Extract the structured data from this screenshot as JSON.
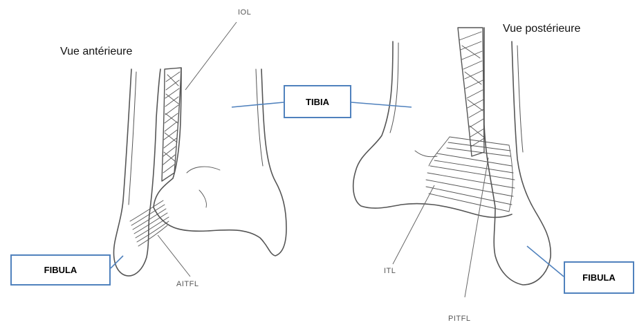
{
  "views": {
    "anterior": "Vue antérieure",
    "posterior": "Vue postérieure"
  },
  "labels": {
    "iol": "IOL",
    "aitfl": "AITFL",
    "itl": "ITL",
    "pitfl": "PITFL"
  },
  "boxes": {
    "tibia": "TIBIA",
    "fibula_left": "FIBULA",
    "fibula_right": "FIBULA"
  },
  "colors": {
    "box_border": "#4f81bd",
    "leader_line": "#4f81bd",
    "drawing": "#555555"
  }
}
